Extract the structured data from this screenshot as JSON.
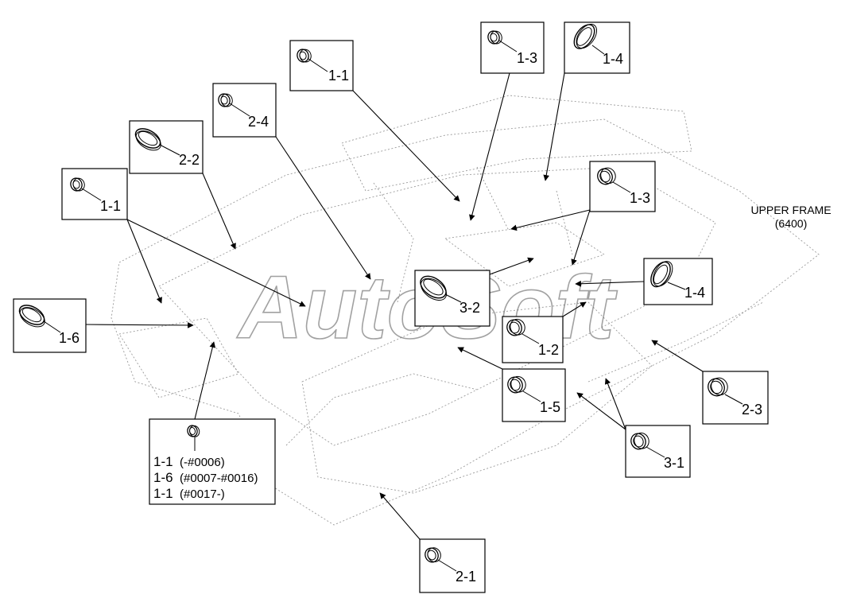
{
  "frame_label": {
    "line1": "UPPER FRAME",
    "line2": "(6400)"
  },
  "watermark": "AutoSoft",
  "callouts": [
    {
      "id": "c-1-1-top",
      "label": "1-1",
      "part": "round-grommet"
    },
    {
      "id": "c-1-3-top",
      "label": "1-3",
      "part": "round-grommet"
    },
    {
      "id": "c-1-4-top",
      "label": "1-4",
      "part": "oval-grommet"
    },
    {
      "id": "c-2-4",
      "label": "2-4",
      "part": "round-grommet"
    },
    {
      "id": "c-2-2",
      "label": "2-2",
      "part": "oval-grommet"
    },
    {
      "id": "c-1-1-left",
      "label": "1-1",
      "part": "round-grommet"
    },
    {
      "id": "c-1-3-right",
      "label": "1-3",
      "part": "round-grommet"
    },
    {
      "id": "c-1-4-right",
      "label": "1-4",
      "part": "oval-grommet"
    },
    {
      "id": "c-3-2",
      "label": "3-2",
      "part": "oval-grommet"
    },
    {
      "id": "c-1-6",
      "label": "1-6",
      "part": "oval-grommet"
    },
    {
      "id": "c-1-2",
      "label": "1-2",
      "part": "round-grommet"
    },
    {
      "id": "c-1-5",
      "label": "1-5",
      "part": "round-grommet"
    },
    {
      "id": "c-2-3",
      "label": "2-3",
      "part": "round-grommet"
    },
    {
      "id": "c-3-1",
      "label": "3-1",
      "part": "round-grommet"
    },
    {
      "id": "c-2-1",
      "label": "2-1",
      "part": "round-grommet"
    }
  ],
  "serial_callout": {
    "part": "round-grommet",
    "lines": [
      {
        "code": "1-1",
        "range": "(-#0006)"
      },
      {
        "code": "1-6",
        "range": "(#0007-#0016)"
      },
      {
        "code": "1-1",
        "range": "(#0017-)"
      }
    ]
  }
}
